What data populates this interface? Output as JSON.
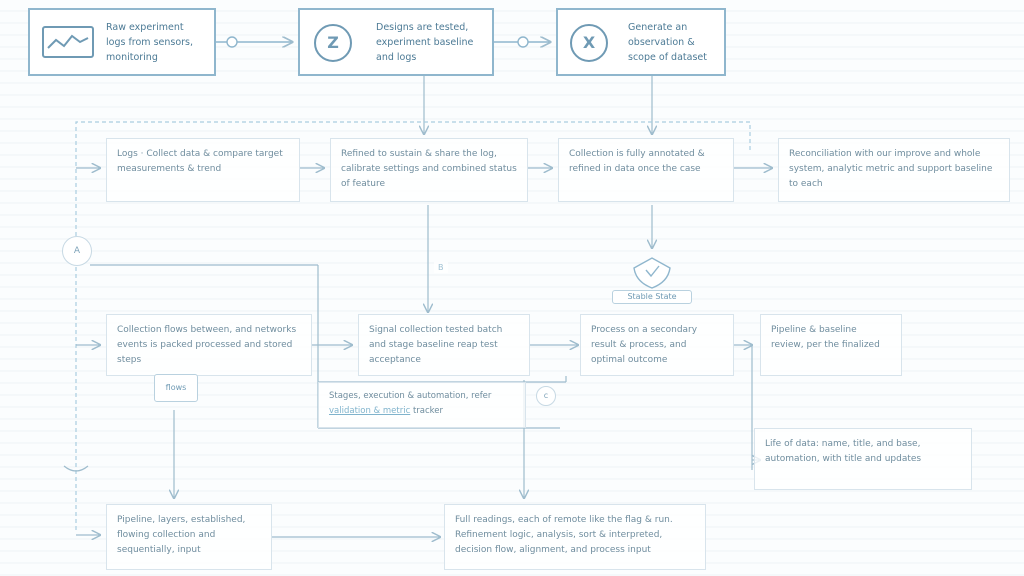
{
  "diagram": {
    "top_row": [
      {
        "id": "t1",
        "text": "Raw experiment logs from sensors, monitoring"
      },
      {
        "id": "t2",
        "text": "Designs are tested, experiment baseline and logs"
      },
      {
        "id": "t3",
        "text": "Generate an observation & scope of dataset"
      }
    ],
    "second_row": [
      {
        "id": "s1",
        "text": "Logs · Collect data & compare target measurements & trend"
      },
      {
        "id": "s2",
        "text": "Refined to sustain & share the log, calibrate settings and combined status of feature"
      },
      {
        "id": "s3",
        "text": "Collection is fully annotated & refined in data once the case"
      },
      {
        "id": "s4",
        "text": "Reconciliation with our improve and whole system, analytic metric and support baseline to each"
      }
    ],
    "third_row": [
      {
        "id": "r1",
        "text": "Collection flows between, and networks events is packed processed and stored steps"
      },
      {
        "id": "r2",
        "text": "Signal collection tested batch and stage baseline reap test acceptance"
      },
      {
        "id": "r3",
        "text": "Process on a secondary result & process, and optimal outcome"
      },
      {
        "id": "r4",
        "text": "Pipeline & baseline review, per the finalized"
      }
    ],
    "mid_note": {
      "text": "Stages, execution & automation, refer",
      "link_text": "validation & metric",
      "suffix": "tracker"
    },
    "right_note": {
      "text": "Life of data: name, title, and base, automation, with title and updates"
    },
    "bottom_row": [
      {
        "id": "b1",
        "text": "Pipeline, layers, established, flowing collection and sequentially, input"
      },
      {
        "id": "b2",
        "text": "Full readings, each of remote like the flag & run. Refinement logic, analysis, sort & interpreted, decision flow, alignment, and process input"
      }
    ],
    "tags": {
      "small_tag": "flows",
      "status_tag": "Stable State"
    },
    "badges": {
      "left_badge": "A",
      "inline_glyph": "c"
    },
    "icons": {
      "chart_icon": "line-chart-icon",
      "circle_icon_1": "Z",
      "circle_icon_2": "X"
    },
    "float_labels": {
      "mid": "B"
    },
    "colors": {
      "primary_border": "#8fb6cd",
      "connector": "#9ebccd",
      "dashed_connector": "#a9cde0",
      "text": "#6f8d9e"
    }
  }
}
